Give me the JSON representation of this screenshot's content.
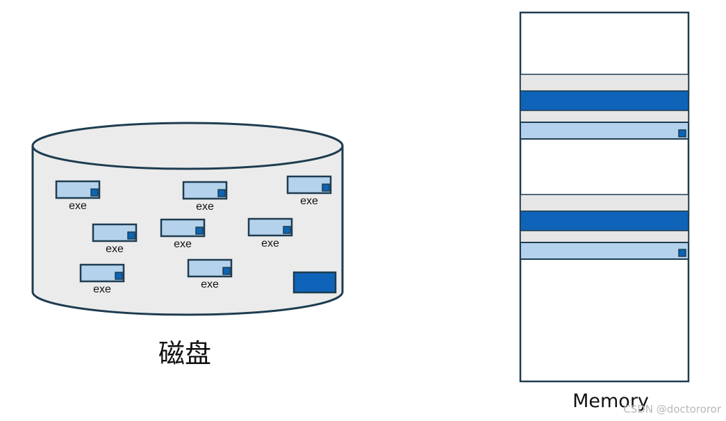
{
  "disk": {
    "label": "磁盘",
    "files": [
      {
        "label": "exe"
      },
      {
        "label": "exe"
      },
      {
        "label": "exe"
      },
      {
        "label": "exe"
      },
      {
        "label": "exe"
      },
      {
        "label": "exe"
      },
      {
        "label": "exe"
      },
      {
        "label": "exe"
      }
    ]
  },
  "memory": {
    "label": "Memory"
  },
  "watermark": "CSDN @doctororor",
  "colors": {
    "outline": "#1e3c50",
    "disk_fill": "#ebebeb",
    "file_fill": "#b4d2eb",
    "file_marker": "#0c64b4",
    "memory_dark_block": "#0f64b9",
    "memory_light_block": "#b4d2ed",
    "memory_gray_block": "#e6e6e6",
    "memory_fill": "#ffffff"
  }
}
